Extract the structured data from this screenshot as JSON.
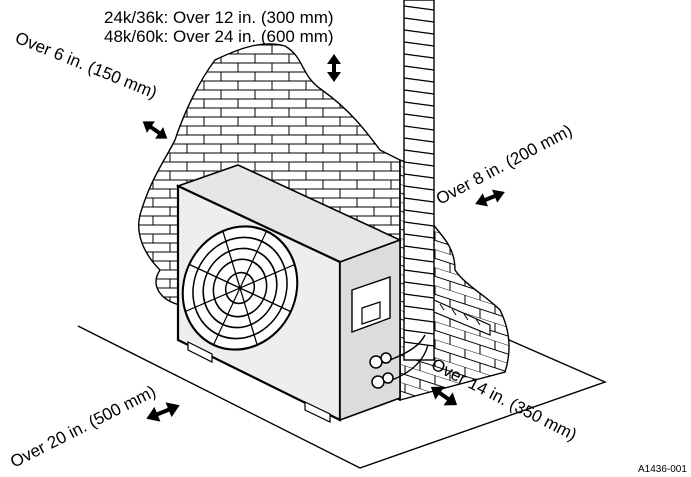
{
  "clearances": {
    "top_line1": "24k/36k: Over 12 in. (300 mm)",
    "top_line2": "48k/60k: Over 24 in. (600 mm)",
    "left": "Over 6 in. (150 mm)",
    "right": "Over 8 in. (200 mm)",
    "front": "Over 20 in. (500 mm)",
    "side": "Over 14 in. (350 mm)"
  },
  "figure_code": "A1436-001"
}
